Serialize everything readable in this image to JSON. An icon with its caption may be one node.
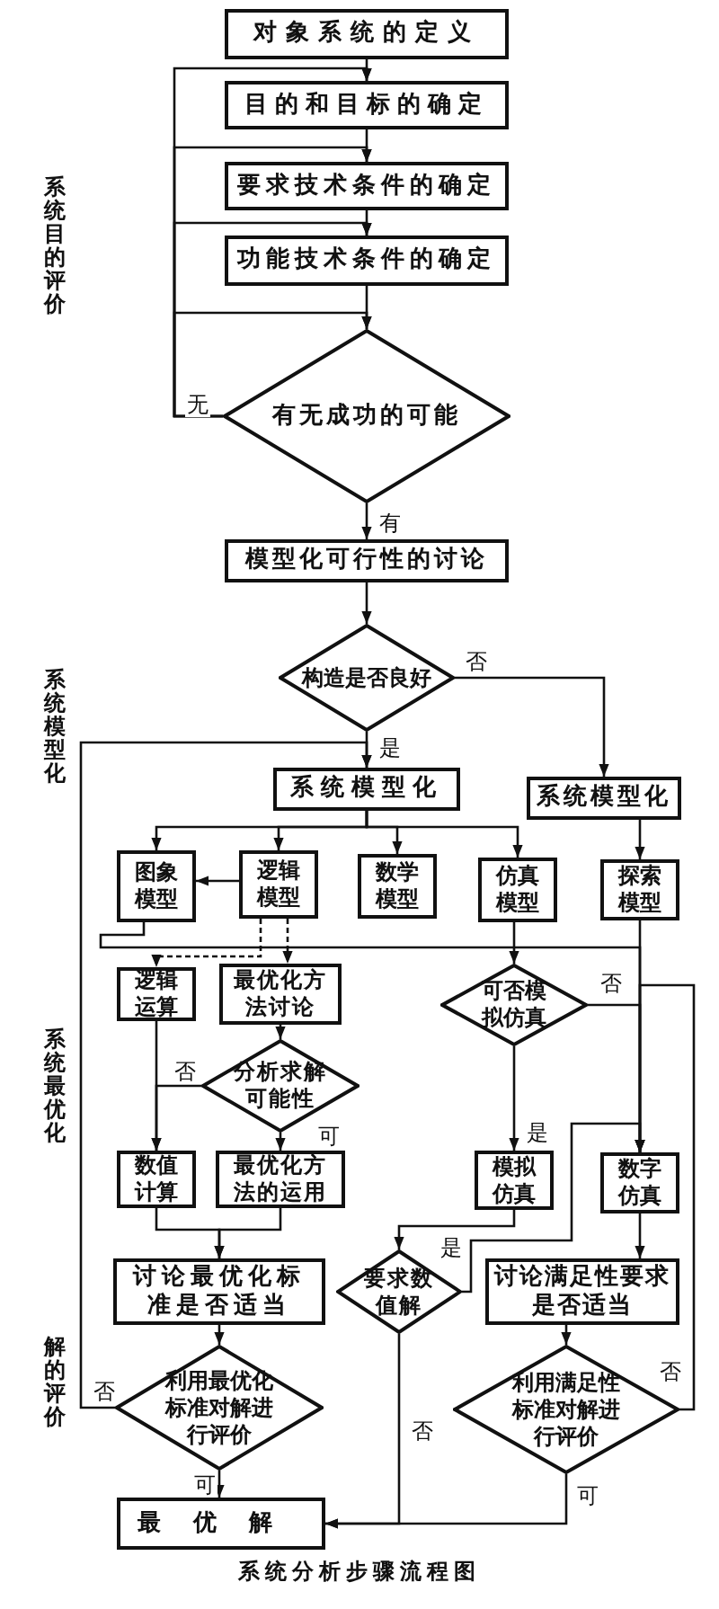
{
  "diagram": {
    "caption": "系统分析步骤流程图",
    "nodes": [
      {
        "text": [
          "对象系统的定义"
        ]
      },
      {
        "text": [
          "目的和目标的确定"
        ]
      },
      {
        "text": [
          "要求技术条件的确定"
        ]
      },
      {
        "text": [
          "功能技术条件的确定"
        ]
      },
      {
        "text": [
          "有无成功的可能"
        ]
      },
      {
        "text": [
          "模型化可行性的讨论"
        ]
      },
      {
        "text": [
          "构造是否良好"
        ]
      },
      {
        "text": [
          "系统模型化"
        ]
      },
      {
        "text": [
          "系统模型化"
        ]
      },
      {
        "text": [
          "图象模型"
        ]
      },
      {
        "text": [
          "逻辑模型"
        ]
      },
      {
        "text": [
          "数学模型"
        ]
      },
      {
        "text": [
          "仿真模型"
        ]
      },
      {
        "text": [
          "探索模型"
        ]
      },
      {
        "text": [
          "逻辑运算"
        ]
      },
      {
        "text": [
          "最优化方法讨论"
        ]
      },
      {
        "text": [
          "可否模拟仿真"
        ]
      },
      {
        "text": [
          "分析求解可能性"
        ]
      },
      {
        "text": [
          "数值计算"
        ]
      },
      {
        "text": [
          "最优化方法的运用"
        ]
      },
      {
        "text": [
          "模拟仿真"
        ]
      },
      {
        "text": [
          "数字仿真"
        ]
      },
      {
        "text": [
          "讨论最优化标准是否适当"
        ]
      },
      {
        "text": [
          "要求数值解"
        ]
      },
      {
        "text": [
          "讨论满足性要求是否适当"
        ]
      },
      {
        "text": [
          "利用最优化标准对解进行评价"
        ]
      },
      {
        "text": [
          "利用满足性标准对解进行评价"
        ]
      },
      {
        "text": [
          "最优解"
        ]
      }
    ],
    "edges": [
      {
        "from": 0,
        "to": 1,
        "arrow": "to"
      },
      {
        "from": 1,
        "to": 2,
        "arrow": "to"
      },
      {
        "from": 2,
        "to": 3,
        "arrow": "to"
      },
      {
        "from": 3,
        "to": 4,
        "arrow": "to"
      },
      {
        "from": 4,
        "to": 1,
        "arrow": "to",
        "label": "无"
      },
      {
        "from": 4,
        "to": 2,
        "arrow": "to"
      },
      {
        "from": 4,
        "to": 3,
        "arrow": "to"
      },
      {
        "from": 4,
        "to": 4,
        "arrow": "to"
      },
      {
        "from": 4,
        "to": 5,
        "arrow": "to",
        "label": "有"
      },
      {
        "from": 5,
        "to": 6,
        "arrow": "to"
      },
      {
        "from": 6,
        "to": 7,
        "arrow": "to",
        "label": "是"
      },
      {
        "from": 6,
        "to": 8,
        "arrow": "to",
        "label": "否"
      },
      {
        "from": 7,
        "to": 9,
        "arrow": "to"
      },
      {
        "from": 7,
        "to": 10,
        "arrow": "to"
      },
      {
        "from": 7,
        "to": 11,
        "arrow": "to"
      },
      {
        "from": 7,
        "to": 12,
        "arrow": "to"
      },
      {
        "from": 8,
        "to": 13,
        "arrow": "to"
      },
      {
        "from": 10,
        "to": 9,
        "arrow": "to"
      },
      {
        "from": 10,
        "to": 14,
        "arrow": "to",
        "style": "dashed"
      },
      {
        "from": 10,
        "to": 15,
        "arrow": "to",
        "style": "dashed"
      },
      {
        "from": 12,
        "to": 16,
        "arrow": "to"
      },
      {
        "from": 16,
        "to": 21,
        "arrow": "to",
        "label": "否"
      },
      {
        "from": 16,
        "to": 20,
        "arrow": "to",
        "label": "是"
      },
      {
        "from": 14,
        "to": 18,
        "arrow": "to"
      },
      {
        "from": 15,
        "to": 17,
        "arrow": "to"
      },
      {
        "from": 17,
        "to": 18,
        "arrow": "to",
        "label": "否"
      },
      {
        "from": 17,
        "to": 19,
        "arrow": "to",
        "label": "可"
      },
      {
        "from": 18,
        "to": 22,
        "arrow": "to"
      },
      {
        "from": 19,
        "to": 22,
        "arrow": "to"
      },
      {
        "from": 20,
        "to": 23,
        "arrow": "to"
      },
      {
        "from": 23,
        "to": 21,
        "arrow": "to",
        "label": "是"
      },
      {
        "from": 23,
        "to": 27,
        "arrow": "to",
        "label": "否"
      },
      {
        "from": 21,
        "to": 24,
        "arrow": "to"
      },
      {
        "from": 22,
        "to": 25,
        "arrow": "to"
      },
      {
        "from": 24,
        "to": 26,
        "arrow": "to"
      },
      {
        "from": 25,
        "to": 27,
        "arrow": "to",
        "label": "可"
      },
      {
        "from": 26,
        "to": 27,
        "arrow": "to",
        "label": "可"
      },
      {
        "from": 25,
        "to": 7,
        "arrow": "to",
        "label": "否"
      },
      {
        "from": 26,
        "to": 21,
        "arrow": "to",
        "label": "否"
      },
      {
        "from": 9,
        "to": 21,
        "arrow": "to"
      },
      {
        "from": 13,
        "to": 21,
        "arrow": "to"
      }
    ],
    "labels": [
      "系统目的评价",
      "系统模型化",
      "系统最优化",
      "解的评价"
    ]
  }
}
